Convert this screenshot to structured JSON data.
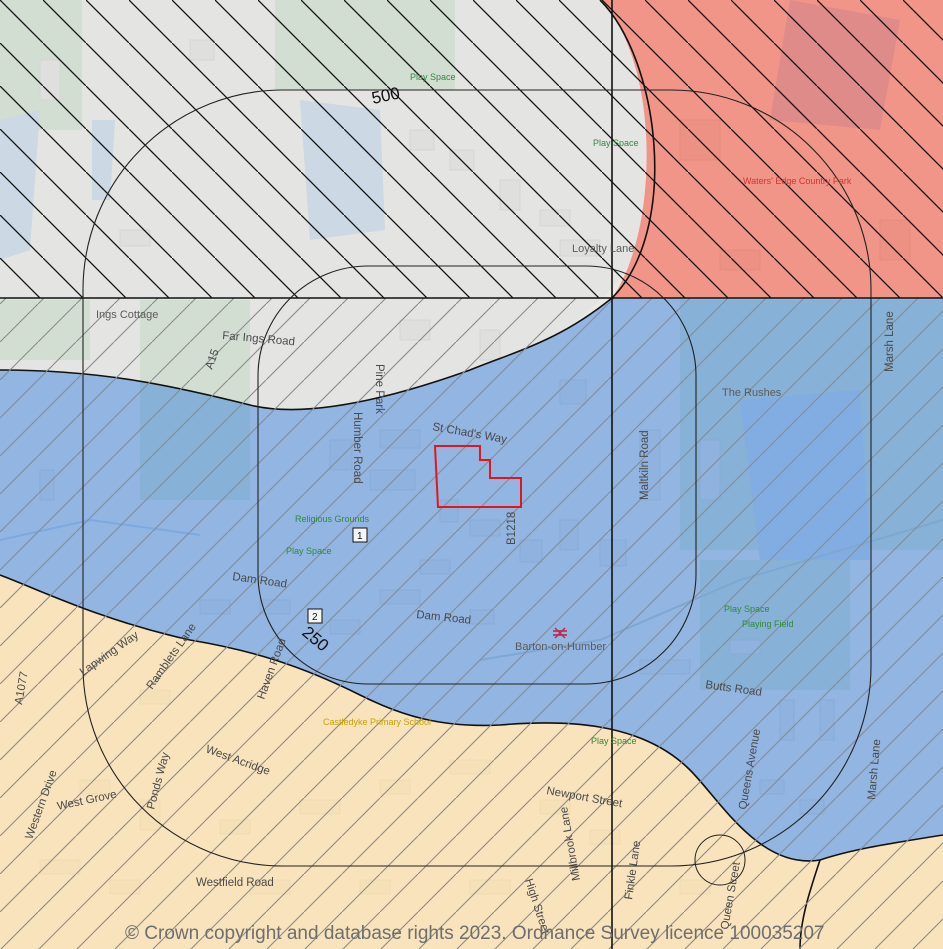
{
  "map": {
    "colors": {
      "base": "#e9e9e6",
      "green": "#9fd0a0",
      "water": "#8ab9e6",
      "zone_blue": "#7fa9e0",
      "zone_yellow": "#fbe2b4",
      "zone_red": "#f08878",
      "zone_grey": "#dcdcdc",
      "site_outline": "#e3161e"
    },
    "buffers": {
      "inner_label": "250",
      "outer_label": "500"
    },
    "markers": [
      "1",
      "2"
    ],
    "roads": [
      "Far Ings Road",
      "St Chad's Way",
      "Humber Road",
      "Pine Park",
      "A15",
      "B1218",
      "Maltkiln Road",
      "Marsh Lane",
      "Dam Road",
      "Dam Road",
      "Butts Road",
      "Lapwing Way",
      "Ramblets Lane",
      "Haven Road",
      "West Acridge",
      "West Grove",
      "Western Drive",
      "Ponds Way",
      "Westfield Road",
      "Newport Street",
      "Queens Avenue",
      "Marsh Lane",
      "Finkle Lane",
      "High Street",
      "Millbrook Lane",
      "A1077"
    ],
    "places": [
      "Play Space",
      "Play Space",
      "Waters' Edge Country Park",
      "Loyalty Lane",
      "Ings Cottage",
      "The Rushes",
      "Religious Grounds",
      "Play Space",
      "Barton-on-Humber",
      "Play Space",
      "Playing Field",
      "Castledyke Primary School",
      "Play Space",
      "Queen Street"
    ],
    "copyright": "© Crown copyright and database rights 2023. Ordnance Survey licence 100035207"
  }
}
